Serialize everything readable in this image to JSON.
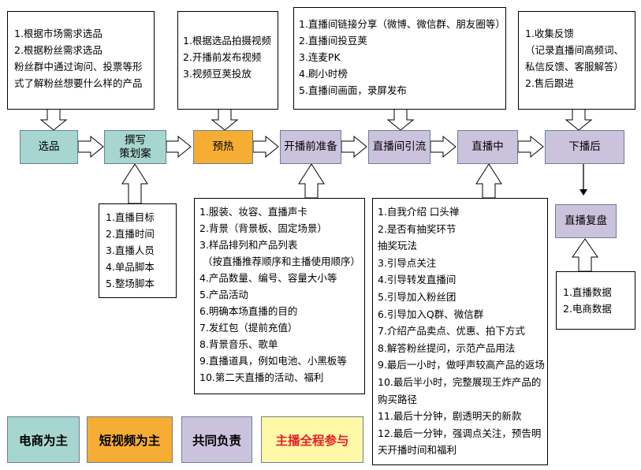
{
  "colors": {
    "ecommerce": "#a6d6cf",
    "short_video": "#f5ad34",
    "shared": "#cbc3dd",
    "host_highlight": "#fdf9a6",
    "host_text": "#e8202a"
  },
  "stages": {
    "select": "选品",
    "plan_line1": "撰写",
    "plan_line2": "策划案",
    "warmup": "预热",
    "prepare": "开播前准备",
    "traffic": "直播间引流",
    "live": "直播中",
    "after": "下播后",
    "review": "直播复盘"
  },
  "notes": {
    "select": [
      "1.根据市场需求选品",
      "2.根据粉丝需求选品",
      "粉丝群中通过询问、投票等形",
      "式了解粉丝想要什么样的产品"
    ],
    "warmup": [
      "1.根据选品拍摄视频",
      "2.开播前发布视频",
      "3.视频豆荚投放"
    ],
    "traffic": [
      "1.直播间链接分享（微博、微信群、朋友圈等）",
      "2.直播间投豆荚",
      "3.连麦PK",
      "4.刷小时榜",
      "5.直播间画面，录屏发布"
    ],
    "after": [
      "1.收集反馈",
      "（记录直播间高频词、",
      "私信反馈、客服解答）",
      "2.售后跟进"
    ],
    "plan": [
      "1.直播目标",
      "2.直播时间",
      "3.直播人员",
      "4.单品脚本",
      "5.整场脚本"
    ],
    "prepare": [
      "1.服装、妆容、直播声卡",
      "2.背景（背景板、固定场景）",
      "3.样品排列和产品列表",
      "（按直播推荐顺序和主播使用顺序）",
      "4.产品数量、编号、容量大小等",
      "5.产品活动",
      "6.明确本场直播的目的",
      "7.发红包（提前充值）",
      "8.背景音乐、歌单",
      "9.直播道具，例如电池、小黑板等",
      "10.第二天直播的活动、福利"
    ],
    "live": [
      "1.自我介绍 口头禅",
      "2.是否有抽奖环节",
      "抽奖玩法",
      "3.引导点关注",
      "4.引导转发直播间",
      "5.引导加入粉丝团",
      "6.引导加入Q群、微信群",
      "7.介绍产品卖点、优惠、拍下方式",
      "8.解答粉丝提问，示范产品用法",
      "9.最后一小时，做呼声较高产品的返场",
      "10.最后半小时，完整展现王炸产品的",
      "购买路径",
      "11.最后十分钟，剧透明天的新款",
      "12.最后一分钟，强调点关注，预告明",
      "天开播时间和福利"
    ],
    "review": [
      "1.直播数据",
      "2.电商数据"
    ]
  },
  "legend": {
    "ecommerce": "电商为主",
    "short_video": "短视频为主",
    "shared": "共同负责",
    "host": "主播全程参与"
  }
}
